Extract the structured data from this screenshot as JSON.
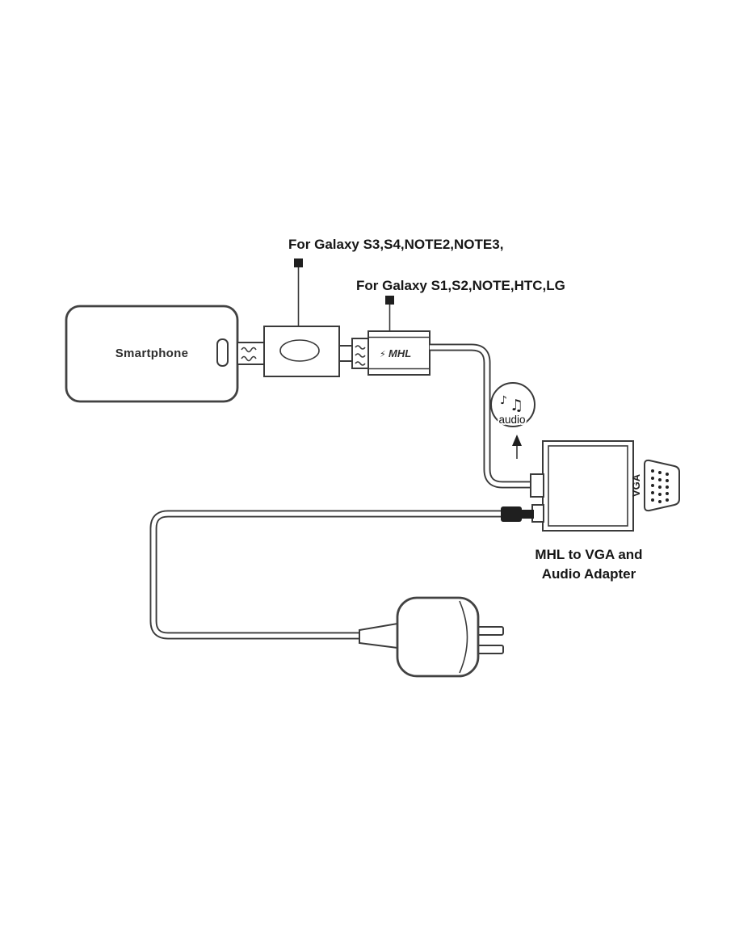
{
  "colors": {
    "background": "#ffffff",
    "line": "#3a3a3a",
    "ink": "#161616"
  },
  "diagram": {
    "annotations": {
      "top": "For Galaxy S3,S4,NOTE2,NOTE3,",
      "second": "For Galaxy S1,S2,NOTE,HTC,LG"
    },
    "smartphone": {
      "label": "Smartphone"
    },
    "mhl_dongle": {
      "bolt_icon": "⚡",
      "label": "MHL"
    },
    "audio": {
      "label": "audio",
      "note_small_icon": "♪",
      "note_large_icon": "♫"
    },
    "vga": {
      "port_label": "VGA"
    },
    "caption": {
      "line1": "MHL to VGA and",
      "line2": "Audio Adapter"
    }
  }
}
